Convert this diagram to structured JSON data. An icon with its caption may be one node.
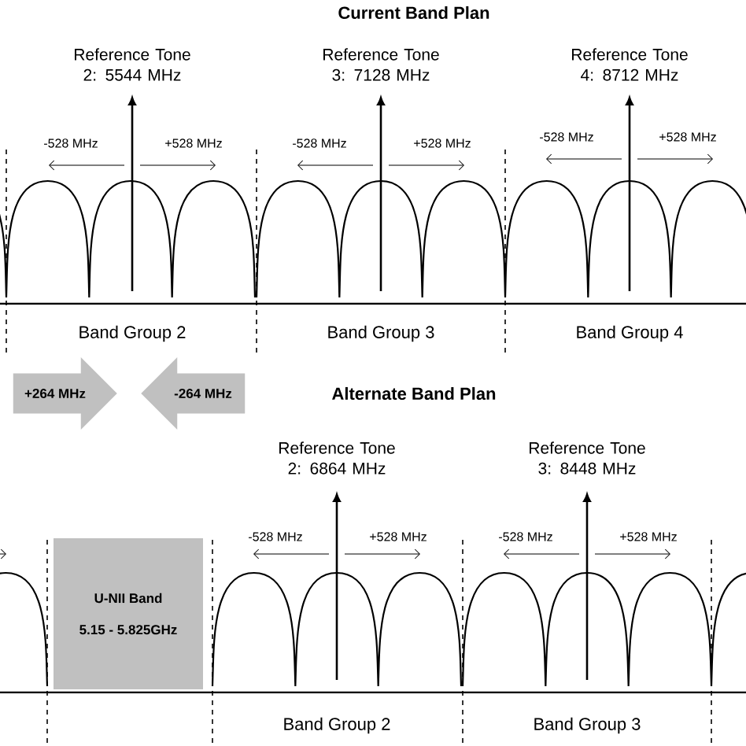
{
  "diagram": {
    "nodes": [
      {
        "text": [
          "+264 MHz"
        ]
      },
      {
        "text": [
          "-264 MHz"
        ]
      },
      {
        "text": [
          "U-NII Band",
          "5.15 - 5.825GHz"
        ]
      }
    ],
    "labels": [
      "Current Band Plan",
      "Reference Tone 2: 5544 MHz",
      "Reference Tone 3: 7128 MHz",
      "Reference Tone 4: 8712 MHz",
      "-528 MHz",
      "+528 MHz",
      "-528 MHz",
      "+528 MHz",
      "-528 MHz",
      "+528 MHz",
      "Band Group 2",
      "Band Group 3",
      "Band Group 4",
      "Alternate Band Plan",
      "Reference Tone 2: 6864 MHz",
      "Reference Tone 3: 8448 MHz",
      "-528 MHz",
      "+528 MHz",
      "-528 MHz",
      "+528 MHz",
      "Band Group 2",
      "Band Group 3"
    ]
  }
}
